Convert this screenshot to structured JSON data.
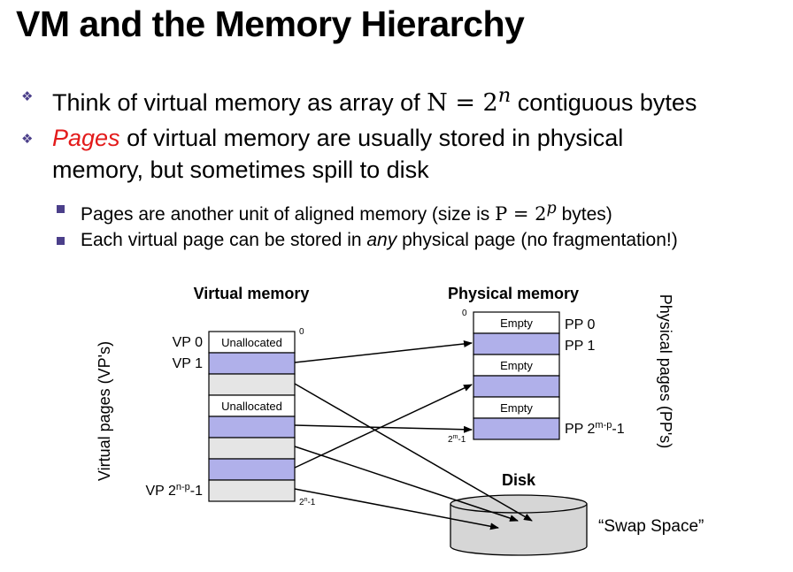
{
  "slide": {
    "title": "VM and the Memory Hierarchy",
    "bullets": [
      {
        "text_before": "Think of virtual memory as array of ",
        "math_lhs": "N",
        "math_eq": " = 2",
        "math_exp": "n",
        "text_after": " contiguous bytes"
      },
      {
        "emphasis": "Pages",
        "text_line1": " of virtual memory are usually stored in physical",
        "text_line2": "memory, but sometimes spill to disk"
      }
    ],
    "subbullets": [
      {
        "text_before": "Pages are another unit of aligned memory (size is ",
        "math_lhs": "P",
        "math_eq": " = 2",
        "math_exp": "p",
        "text_after": " bytes)"
      },
      {
        "text_before": "Each virtual page can be stored in ",
        "emphasis": "any",
        "text_after": " physical page (no fragmentation!)"
      }
    ]
  },
  "diagram": {
    "virtual_title": "Virtual memory",
    "physical_title": "Physical memory",
    "disk_title": "Disk",
    "swap_label": "“Swap Space”",
    "vp_axis_label": "Virtual pages (VP's)",
    "pp_axis_label": "Physical pages (PP's)",
    "vm_start": "0",
    "vm_end_base": "2",
    "vm_end_exp": "n",
    "vm_end_tail": "-1",
    "pm_start": "0",
    "pm_end_base": "2",
    "pm_end_exp": "m",
    "pm_end_tail": "-1",
    "vp0_label": "VP 0",
    "vp1_label": "VP 1",
    "vplast_base": "VP 2",
    "vplast_exp": "n-p",
    "vplast_tail": "-1",
    "pp0_label": "PP 0",
    "pp1_label": "PP 1",
    "pplast_base": "PP 2",
    "pplast_exp": "m-p",
    "pplast_tail": "-1",
    "vm_cells": [
      "Unallocated",
      "",
      "",
      "Unallocated",
      "",
      "",
      "",
      ""
    ],
    "pm_cells": [
      "Empty",
      "",
      "Empty",
      "",
      "Empty",
      ""
    ],
    "colors": {
      "cached": "#b0b0ea",
      "uncached": "#e5e5e5",
      "empty": "#ffffff",
      "bullet": "#4b3f8a",
      "emphasis": "#e31b1b",
      "disk": "#d6d6d6"
    }
  }
}
